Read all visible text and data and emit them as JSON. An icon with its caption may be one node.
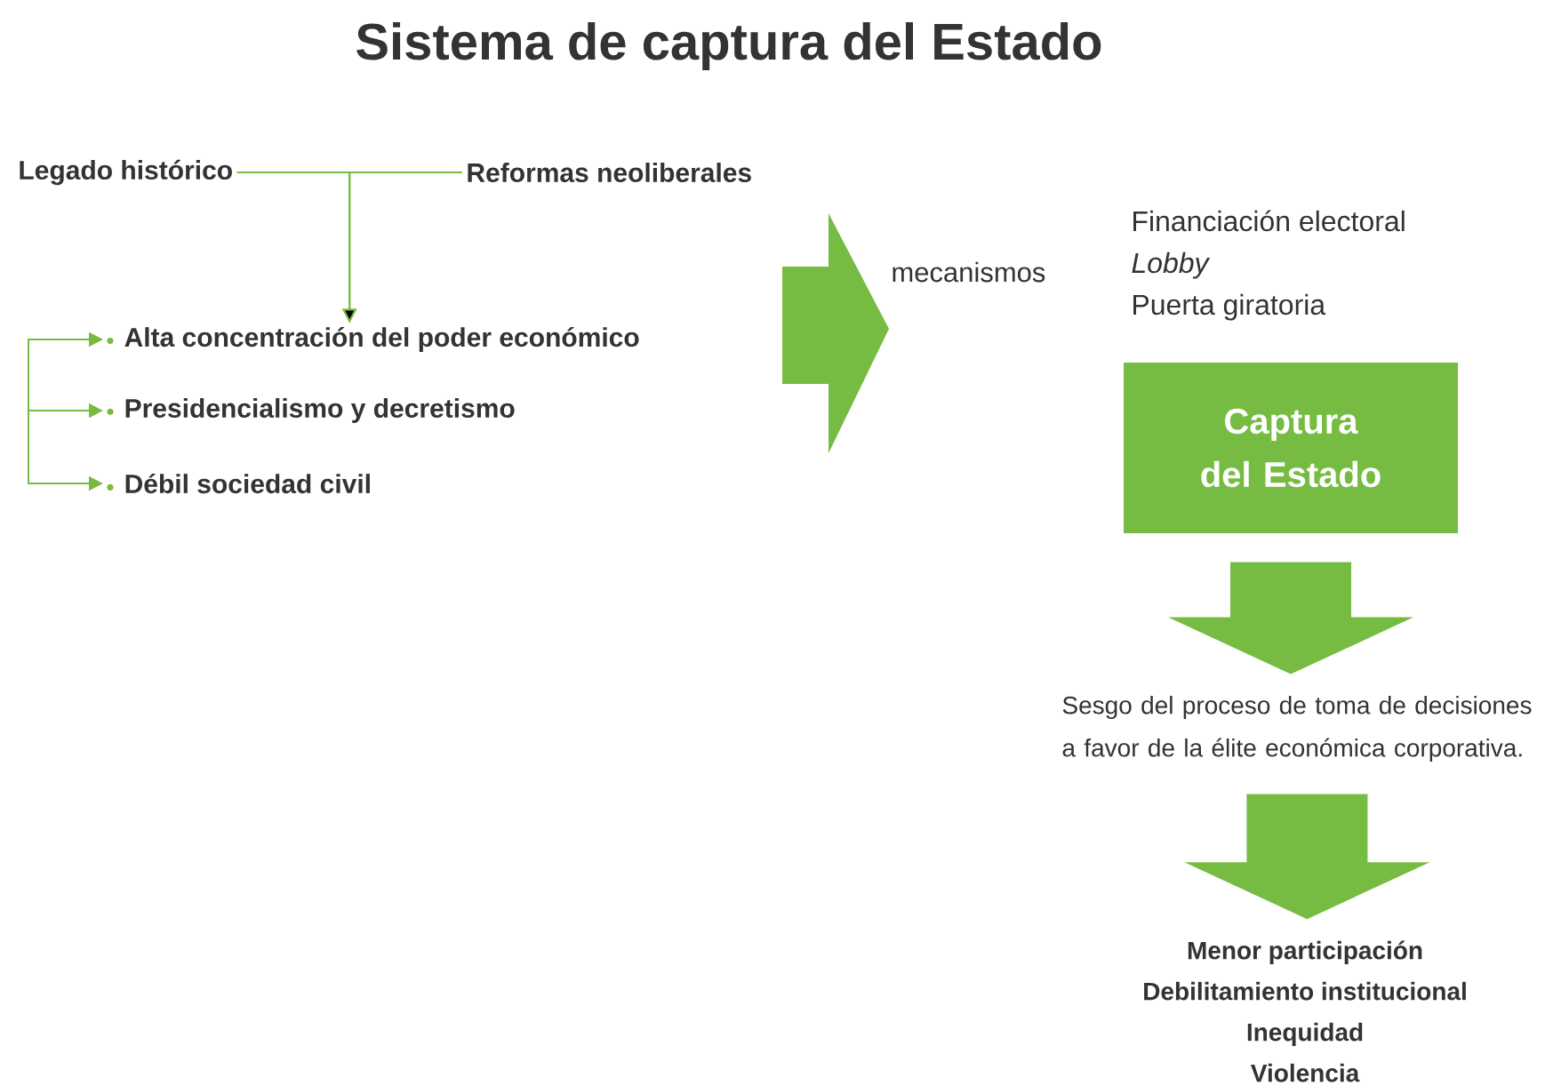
{
  "diagram": {
    "title": "Sistema de captura del Estado",
    "nodes": [
      {
        "text": [
          "Legado histórico"
        ]
      },
      {
        "text": [
          "Reformas neoliberales"
        ]
      },
      {
        "text": [
          "Alta concentración del poder económico"
        ]
      },
      {
        "text": [
          "Presidencialismo y decretismo"
        ]
      },
      {
        "text": [
          "Débil sociedad civil"
        ]
      },
      {
        "text": [
          "mecanismos"
        ]
      },
      {
        "text": [
          "Financiación electoral",
          "Lobby",
          "Puerta giratoria"
        ]
      },
      {
        "text": [
          "Captura del Estado"
        ]
      },
      {
        "text": [
          "Sesgo del proceso de toma de decisiones a favor de la élite económica corporativa."
        ]
      },
      {
        "text": [
          "Menor participación",
          "Debilitamiento institucional",
          "Inequidad",
          "Violencia"
        ]
      }
    ],
    "edges": [
      {
        "from": 0,
        "to": 2,
        "arrow": "to"
      },
      {
        "from": 1,
        "to": 2,
        "arrow": "to"
      },
      {
        "from": null,
        "to": 2,
        "arrow": "to"
      },
      {
        "from": null,
        "to": 3,
        "arrow": "to"
      },
      {
        "from": null,
        "to": 4,
        "arrow": "to"
      },
      {
        "from": null,
        "to": 5,
        "arrow": "to",
        "style": "thick"
      },
      {
        "from": 7,
        "to": 8,
        "arrow": "to",
        "style": "thick"
      },
      {
        "from": 8,
        "to": 9,
        "arrow": "to",
        "style": "thick"
      }
    ]
  }
}
